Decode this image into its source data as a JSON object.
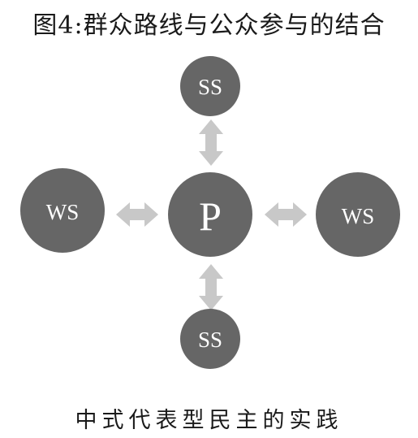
{
  "title": "图4:群众路线与公众参与的结合",
  "caption": "中式代表型民主的实践",
  "colors": {
    "node_fill": "#666666",
    "arrow_fill": "#c8c8c8",
    "text": "#1a1a1a"
  },
  "nodes": {
    "center": "P",
    "top": "SS",
    "bottom": "SS",
    "left": "WS",
    "right": "WS"
  },
  "edges": [
    {
      "from": "center",
      "to": "top",
      "style": "double-arrow"
    },
    {
      "from": "center",
      "to": "bottom",
      "style": "double-arrow"
    },
    {
      "from": "center",
      "to": "left",
      "style": "double-arrow"
    },
    {
      "from": "center",
      "to": "right",
      "style": "double-arrow"
    }
  ]
}
